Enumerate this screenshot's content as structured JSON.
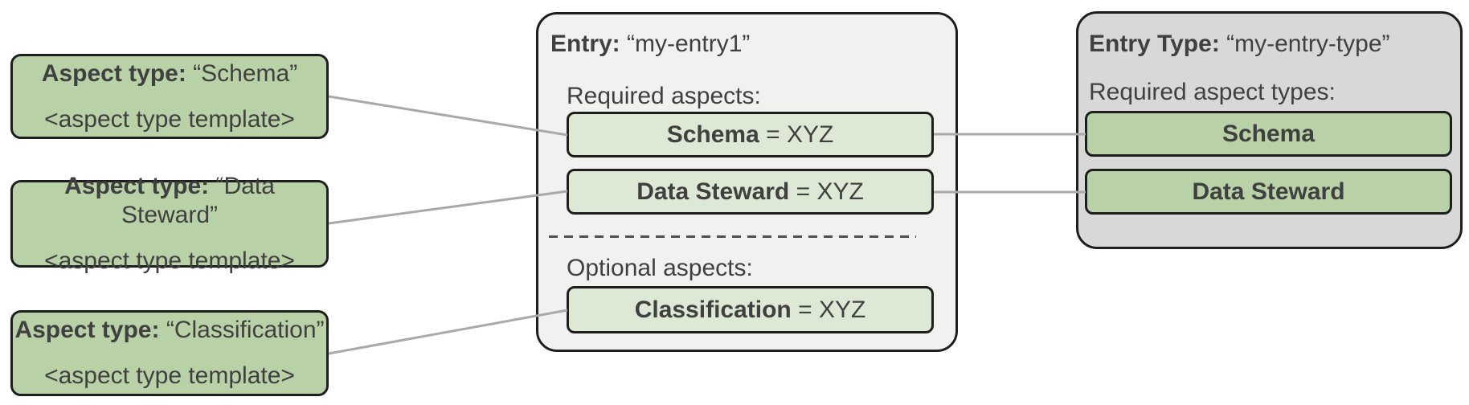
{
  "diagram": {
    "aspect_type_boxes": [
      {
        "label": "Aspect type:",
        "name": "“Schema”",
        "template": "<aspect type template>"
      },
      {
        "label": "Aspect type:",
        "name": "“Data Steward”",
        "template": "<aspect type template>"
      },
      {
        "label": "Aspect type:",
        "name": "“Classification”",
        "template": "<aspect type template>"
      }
    ],
    "entry": {
      "label": "Entry:",
      "name": "“my-entry1”",
      "required_heading": "Required aspects:",
      "required_aspects": [
        {
          "name": "Schema",
          "value": "= XYZ"
        },
        {
          "name": "Data Steward",
          "value": "= XYZ"
        }
      ],
      "optional_heading": "Optional aspects:",
      "optional_aspects": [
        {
          "name": "Classification",
          "value": "= XYZ"
        }
      ]
    },
    "entry_type": {
      "label": "Entry Type:",
      "name": "“my-entry-type”",
      "heading": "Required aspect types:",
      "aspect_types": [
        {
          "name": "Schema"
        },
        {
          "name": "Data Steward"
        }
      ]
    },
    "colors": {
      "aspect_green": "#b9d1a6",
      "chip_green": "#dde8d5",
      "entry_panel_bg": "#f1f1f0",
      "entry_type_panel_bg": "#d8d8d8",
      "border": "#1e1e1e",
      "connector": "#a9a9a9",
      "text": "#404040"
    }
  }
}
